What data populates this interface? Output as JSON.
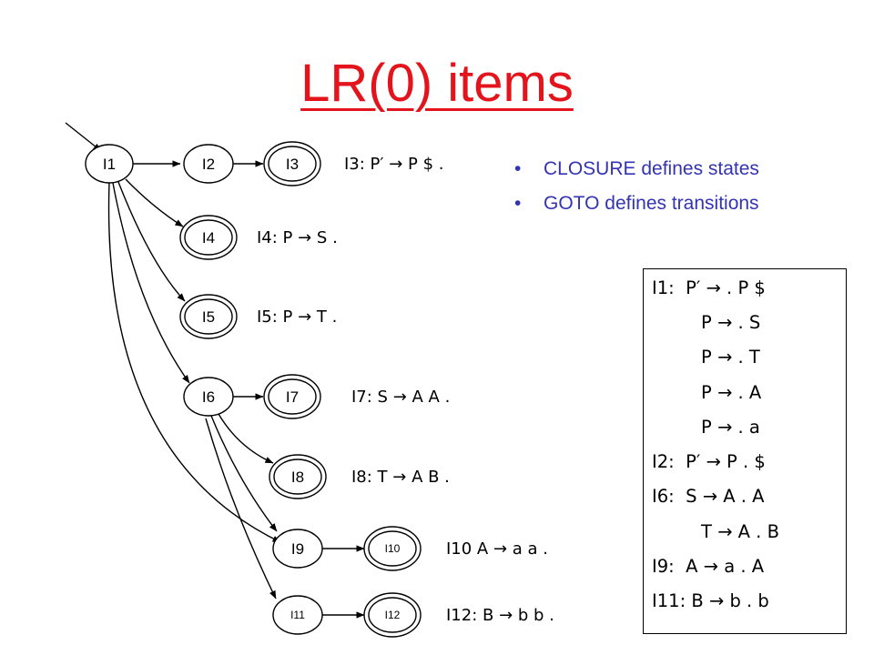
{
  "title": "LR(0) items",
  "bullets": [
    "CLOSURE defines states",
    "GOTO defines transitions"
  ],
  "colors": {
    "title": "#e3141c",
    "bullet": "#3333b3"
  },
  "states": {
    "I1": "I1",
    "I2": "I2",
    "I3": "I3",
    "I4": "I4",
    "I5": "I5",
    "I6": "I6",
    "I7": "I7",
    "I8": "I8",
    "I9": "I9",
    "I10": "I10",
    "I11": "I11",
    "I12": "I12"
  },
  "final_items": {
    "I3": "I3: P′ → P $ .",
    "I4": "I4: P → S .",
    "I5": "I5: P → T .",
    "I7": "I7: S → A A .",
    "I8": "I8: T → A B .",
    "I10": "I10 A → a a .",
    "I12": "I12: B → b b ."
  },
  "item_box": [
    "I1:  P′ → . P $",
    "P → . S",
    "P → . T",
    "P → . A",
    "P → . a",
    "I2:  P′ → P . $",
    "I6:  S → A . A",
    "T → A . B",
    "I9:  A → a . A",
    "I11: B → b . b"
  ]
}
